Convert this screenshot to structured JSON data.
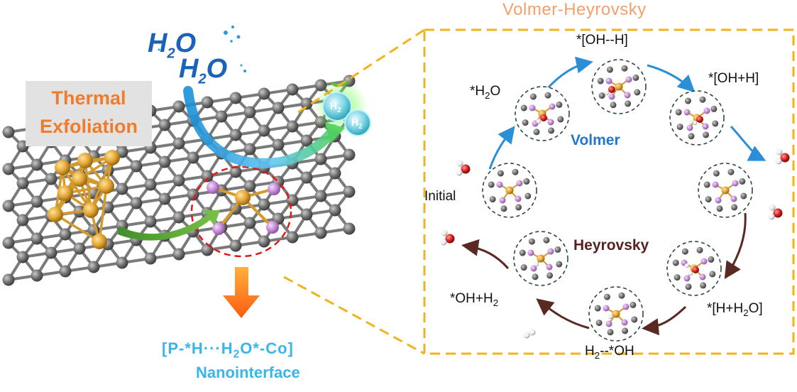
{
  "title": "Volmer-Heyrovsky",
  "left_panel": {
    "process_label": "Thermal\nExfoliation",
    "water_labels": [
      "H2O",
      "H2O"
    ],
    "product_labels": [
      "H2",
      "H2"
    ],
    "interface_formula": "[P-*H···H2O*-Co]",
    "interface_name": "Nanointerface"
  },
  "cycle": {
    "volmer_label": "Volmer",
    "heyrovsky_label": "Heyrovsky",
    "steps": {
      "initial": "Initial",
      "h2o": "*H2O",
      "oh_h_dashed": "*[OH--H]",
      "oh_plus_h": "*[OH+H]",
      "h_plus_h2o": "*[H+H2O]",
      "h2_oh": "H2--*OH",
      "oh_plus_h2": "*OH+H2"
    }
  },
  "colors": {
    "title": "#f2a06d",
    "thermal_text": "#f07b2b",
    "interface_text": "#38b6e9",
    "volmer_arrow": "#2a8fd6",
    "heyrovsky_arrow": "#5a2a22",
    "frame": "#f0b41c",
    "carbon": "#666666",
    "phosphorus": "#c38ad6",
    "cobalt": "#e2a534",
    "oxygen": "#d61e1e"
  }
}
